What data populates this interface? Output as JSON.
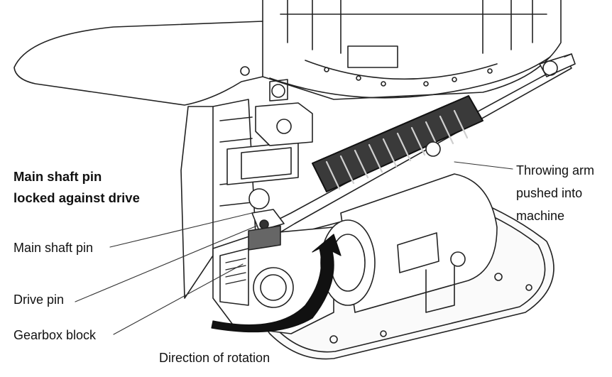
{
  "heading": {
    "line1": "Main shaft pin",
    "line2": "locked against drive"
  },
  "labels": {
    "main_shaft_pin": "Main shaft pin",
    "drive_pin": "Drive pin",
    "gearbox_block": "Gearbox block",
    "direction_of_rotation": "Direction of rotation",
    "throwing_arm_line1": "Throwing arm",
    "throwing_arm_line2": "pushed into",
    "throwing_arm_line3": "machine"
  }
}
